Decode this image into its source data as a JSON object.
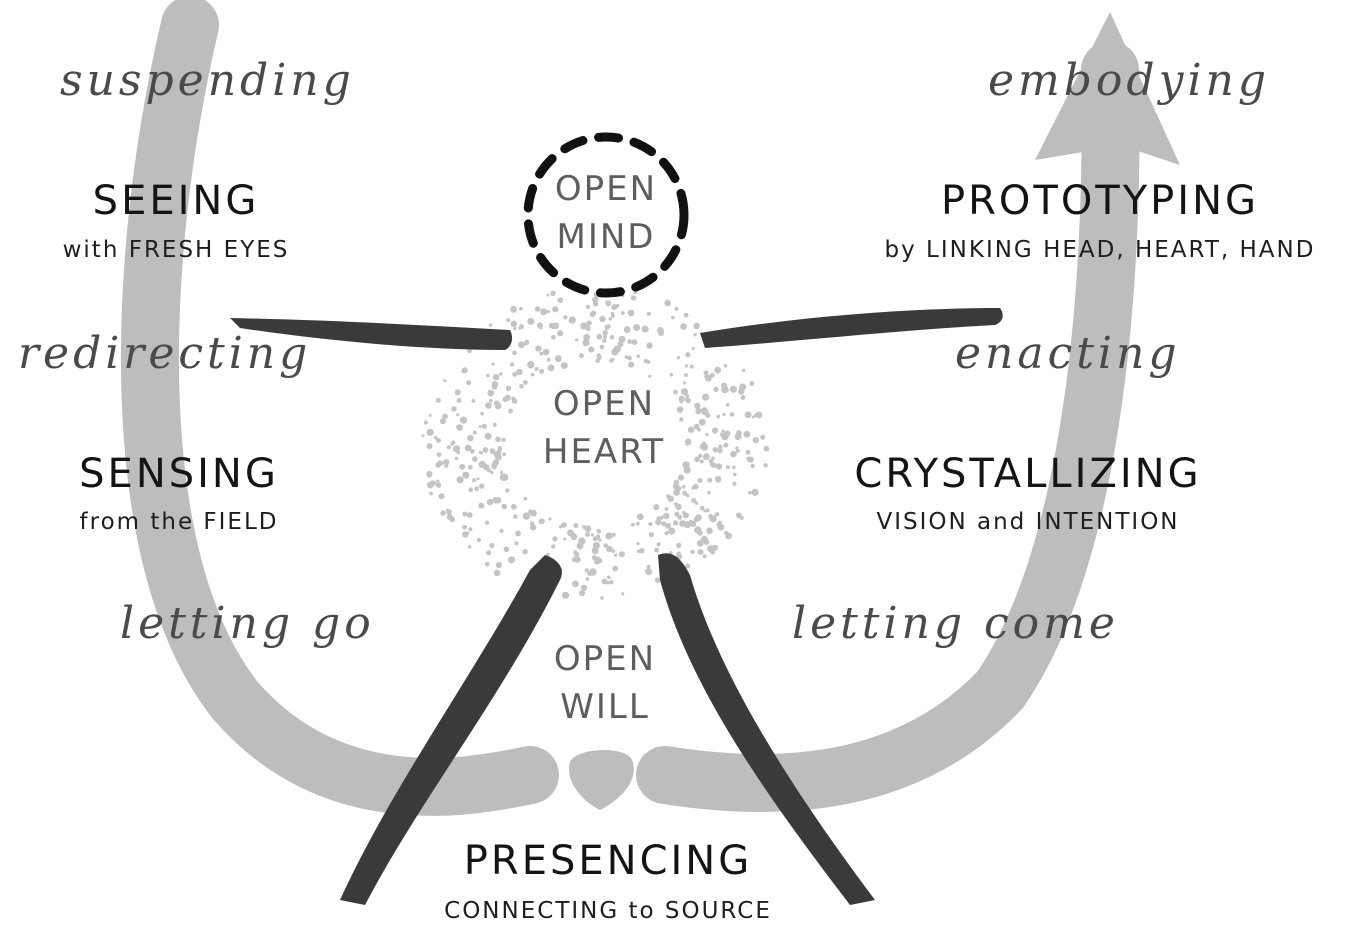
{
  "colors": {
    "arrow": "#bdbdbd",
    "body_stroke": "#3a3a3a",
    "dots": "#c4c4c4",
    "head_dash": "#111111",
    "script_text": "#4a4a4a",
    "title_text": "#141414",
    "open_label_text": "#5e5e5e"
  },
  "icons": {
    "u_arrow": "u-shaped-arrow-icon",
    "head": "dashed-circle-head-icon",
    "figure": "human-figure-icon"
  },
  "left_side": {
    "suspending": "suspending",
    "seeing_title": "SEEING",
    "seeing_sub": "with FRESH EYES",
    "redirecting": "redirecting",
    "sensing_title": "SENSING",
    "sensing_sub": "from the FIELD",
    "letting_go": "letting go"
  },
  "right_side": {
    "embodying": "embodying",
    "prototyping_title": "PROTOTYPING",
    "prototyping_sub": "by LINKING HEAD, HEART, HAND",
    "enacting": "enacting",
    "crystallizing_title": "CRYSTALLIZING",
    "crystallizing_sub": "VISION and INTENTION",
    "letting_come": "letting come"
  },
  "center": {
    "open_mind": [
      "OPEN",
      "MIND"
    ],
    "open_heart": [
      "OPEN",
      "HEART"
    ],
    "open_will": [
      "OPEN",
      "WILL"
    ]
  },
  "bottom": {
    "presencing_title": "PRESENCING",
    "presencing_sub": "CONNECTING to SOURCE"
  }
}
